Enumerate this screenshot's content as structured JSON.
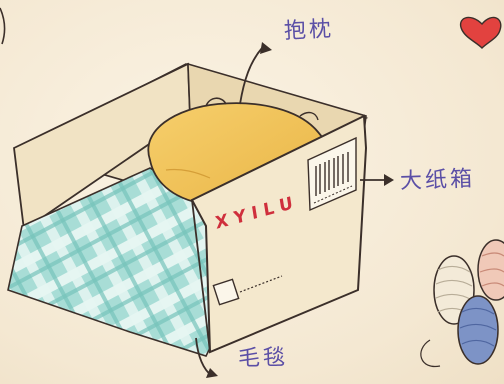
{
  "labels": {
    "pillow": "抱枕",
    "box": "大纸箱",
    "blanket": "毛毯"
  },
  "box_brand": "XYILU",
  "colors": {
    "background": "#f6ecd9",
    "ink": "#3b2f2a",
    "label_ink": "#5b4fa6",
    "box_side": "#f2e5c9",
    "box_inner": "#e8d9b6",
    "pillow": "#f2c35a",
    "blanket": "#9fd8d2",
    "brand": "#cf2f3c",
    "heart": "#e2423f"
  },
  "icons": [
    "heart-icon",
    "yarn-ball-icon",
    "arrow-icon",
    "barcode-icon"
  ]
}
